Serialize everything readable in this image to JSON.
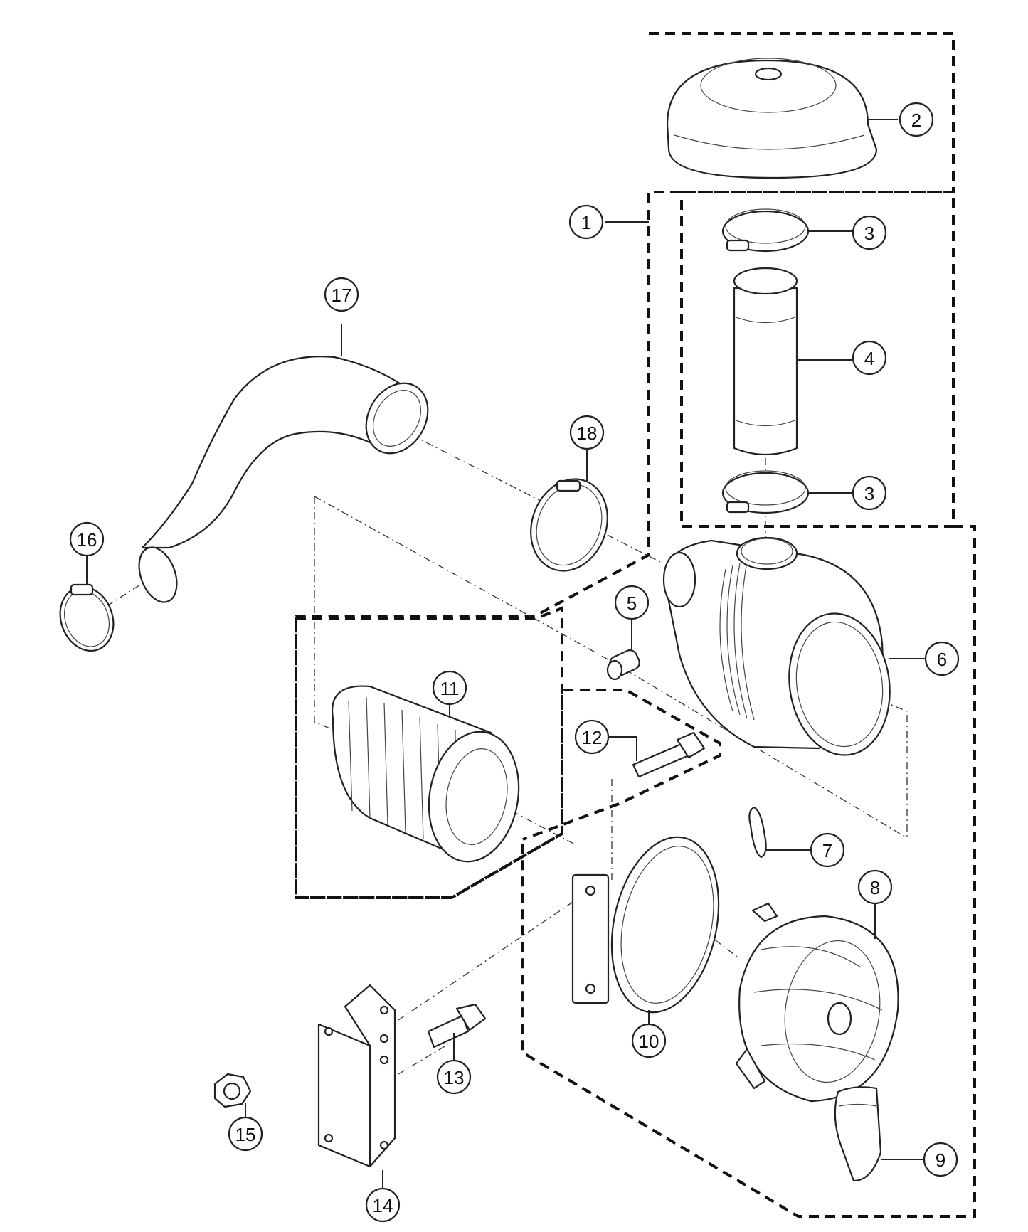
{
  "diagram": {
    "callouts": [
      {
        "id": "c1",
        "label": "1"
      },
      {
        "id": "c2",
        "label": "2"
      },
      {
        "id": "c3a",
        "label": "3"
      },
      {
        "id": "c3b",
        "label": "3"
      },
      {
        "id": "c4",
        "label": "4"
      },
      {
        "id": "c5",
        "label": "5"
      },
      {
        "id": "c6",
        "label": "6"
      },
      {
        "id": "c7",
        "label": "7"
      },
      {
        "id": "c8",
        "label": "8"
      },
      {
        "id": "c9",
        "label": "9"
      },
      {
        "id": "c10",
        "label": "10"
      },
      {
        "id": "c11",
        "label": "11"
      },
      {
        "id": "c12",
        "label": "12"
      },
      {
        "id": "c13",
        "label": "13"
      },
      {
        "id": "c14",
        "label": "14"
      },
      {
        "id": "c15",
        "label": "15"
      },
      {
        "id": "c16",
        "label": "16"
      },
      {
        "id": "c17",
        "label": "17"
      },
      {
        "id": "c18",
        "label": "18"
      }
    ]
  }
}
